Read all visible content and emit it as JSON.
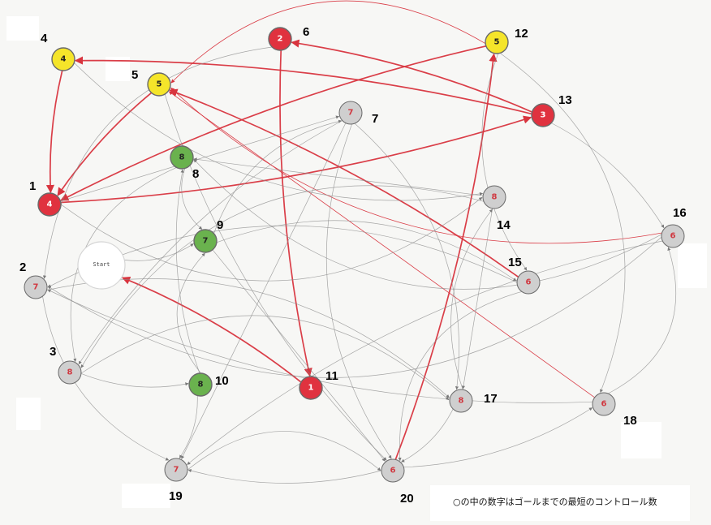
{
  "note": "○の中の数字はゴールまでの最短のコントロール数",
  "start_label": "Start",
  "colors": {
    "red": "#e0323f",
    "yellow": "#f5e52a",
    "green": "#6ab24e",
    "gray": "#cfcfcf",
    "edge_red": "#d8343e",
    "edge_gray": "#8a8a8a"
  },
  "nodes": [
    {
      "id": 1,
      "label": "1",
      "value": "4",
      "color": "red"
    },
    {
      "id": 2,
      "label": "2",
      "value": "7",
      "color": "gray"
    },
    {
      "id": 3,
      "label": "3",
      "value": "8",
      "color": "gray"
    },
    {
      "id": 4,
      "label": "4",
      "value": "4",
      "color": "yellow"
    },
    {
      "id": 5,
      "label": "5",
      "value": "5",
      "color": "yellow"
    },
    {
      "id": 6,
      "label": "6",
      "value": "2",
      "color": "red"
    },
    {
      "id": 7,
      "label": "7",
      "value": "7",
      "color": "gray"
    },
    {
      "id": 8,
      "label": "8",
      "value": "8",
      "color": "green"
    },
    {
      "id": 9,
      "label": "9",
      "value": "7",
      "color": "green"
    },
    {
      "id": 10,
      "label": "10",
      "value": "8",
      "color": "green"
    },
    {
      "id": 11,
      "label": "11",
      "value": "1",
      "color": "red"
    },
    {
      "id": 12,
      "label": "12",
      "value": "5",
      "color": "yellow"
    },
    {
      "id": 13,
      "label": "13",
      "value": "3",
      "color": "red"
    },
    {
      "id": 14,
      "label": "14",
      "value": "8",
      "color": "gray"
    },
    {
      "id": 15,
      "label": "15",
      "value": "6",
      "color": "gray"
    },
    {
      "id": 16,
      "label": "16",
      "value": "6",
      "color": "gray"
    },
    {
      "id": 17,
      "label": "17",
      "value": "8",
      "color": "gray"
    },
    {
      "id": 18,
      "label": "18",
      "value": "6",
      "color": "gray"
    },
    {
      "id": 19,
      "label": "19",
      "value": "7",
      "color": "gray"
    },
    {
      "id": 20,
      "label": "20",
      "value": "6",
      "color": "gray"
    }
  ],
  "edges": [
    {
      "from": 4,
      "to": 1,
      "kind": "red"
    },
    {
      "from": 5,
      "to": 1,
      "kind": "red"
    },
    {
      "from": 12,
      "to": 1,
      "kind": "red"
    },
    {
      "from": 1,
      "to": 13,
      "kind": "red"
    },
    {
      "from": 13,
      "to": 4,
      "kind": "red"
    },
    {
      "from": 13,
      "to": 6,
      "kind": "red"
    },
    {
      "from": 6,
      "to": 11,
      "kind": "red"
    },
    {
      "from": 11,
      "to": "start",
      "kind": "red"
    },
    {
      "from": 15,
      "to": 5,
      "kind": "red"
    },
    {
      "from": 20,
      "to": 12,
      "kind": "red"
    },
    {
      "from": 12,
      "to": 5,
      "kind": "red-thin"
    },
    {
      "from": 16,
      "to": 5,
      "kind": "red-thin"
    },
    {
      "from": 18,
      "to": 5,
      "kind": "red-thin"
    },
    {
      "from": 8,
      "to": 9,
      "kind": "gray"
    },
    {
      "from": 10,
      "to": 9,
      "kind": "gray"
    },
    {
      "from": 10,
      "to": 8,
      "kind": "gray"
    },
    {
      "from": 3,
      "to": 10,
      "kind": "gray"
    },
    {
      "from": 1,
      "to": 14,
      "kind": "gray"
    },
    {
      "from": 9,
      "to": 15,
      "kind": "gray"
    },
    {
      "from": 14,
      "to": 8,
      "kind": "gray"
    },
    {
      "from": 15,
      "to": 2,
      "kind": "gray"
    },
    {
      "from": 16,
      "to": 2,
      "kind": "gray"
    },
    {
      "from": 18,
      "to": 2,
      "kind": "gray"
    },
    {
      "from": 7,
      "to": 3,
      "kind": "gray"
    },
    {
      "from": 8,
      "to": 3,
      "kind": "gray"
    },
    {
      "from": 7,
      "to": 17,
      "kind": "gray"
    },
    {
      "from": 7,
      "to": 19,
      "kind": "gray"
    },
    {
      "from": 2,
      "to": 19,
      "kind": "gray"
    },
    {
      "from": 19,
      "to": 20,
      "kind": "gray"
    },
    {
      "from": 20,
      "to": 19,
      "kind": "gray"
    },
    {
      "from": 20,
      "to": 18,
      "kind": "gray"
    },
    {
      "from": 18,
      "to": 16,
      "kind": "gray"
    },
    {
      "from": 17,
      "to": 14,
      "kind": "gray"
    },
    {
      "from": 14,
      "to": 17,
      "kind": "gray"
    },
    {
      "from": 12,
      "to": 15,
      "kind": "gray"
    },
    {
      "from": 12,
      "to": 18,
      "kind": "gray"
    },
    {
      "from": 13,
      "to": 16,
      "kind": "gray"
    },
    {
      "from": 5,
      "to": 20,
      "kind": "gray"
    },
    {
      "from": 6,
      "to": 2,
      "kind": "gray"
    },
    {
      "from": 9,
      "to": 7,
      "kind": "gray"
    },
    {
      "from": 1,
      "to": 7,
      "kind": "gray"
    },
    {
      "from": 4,
      "to": 14,
      "kind": "gray"
    },
    {
      "from": 3,
      "to": 17,
      "kind": "gray"
    },
    {
      "from": 17,
      "to": 20,
      "kind": "gray"
    },
    {
      "from": 16,
      "to": 19,
      "kind": "gray"
    },
    {
      "from": 14,
      "to": 3,
      "kind": "gray"
    },
    {
      "from": 2,
      "to": 17,
      "kind": "gray"
    },
    {
      "from": 9,
      "to": 20,
      "kind": "gray"
    },
    {
      "from": 7,
      "to": 20,
      "kind": "gray"
    },
    {
      "from": 16,
      "to": 8,
      "kind": "gray"
    },
    {
      "from": 10,
      "to": 19,
      "kind": "gray"
    },
    {
      "from": "start",
      "to": 9,
      "kind": "gray"
    },
    {
      "from": 15,
      "to": 20,
      "kind": "gray"
    }
  ]
}
